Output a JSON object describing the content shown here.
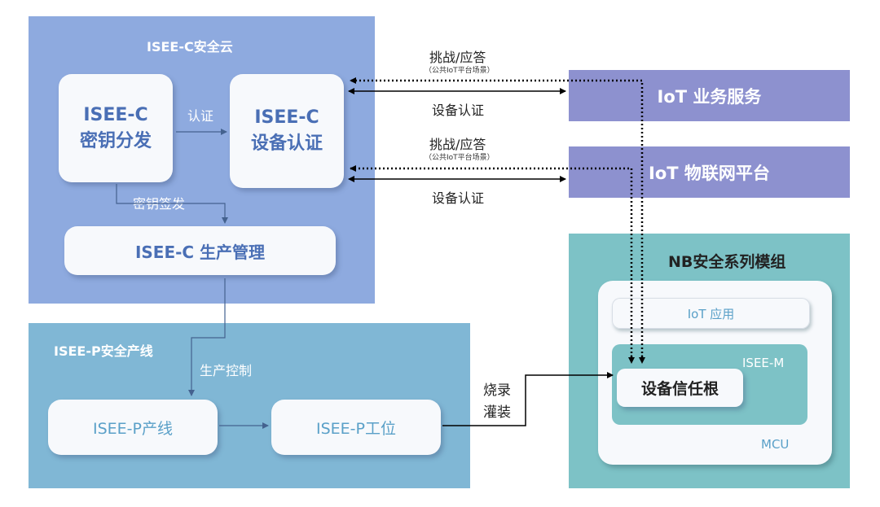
{
  "cloud": {
    "title": "ISEE-C安全云",
    "key_dist": {
      "line1": "ISEE-C",
      "line2": "密钥分发"
    },
    "dev_auth": {
      "line1": "ISEE-C",
      "line2": "设备认证"
    },
    "auth_label": "认证",
    "key_sign_label": "密钥签发",
    "prod_mgmt": "ISEE-C 生产管理"
  },
  "line": {
    "title": "ISEE-P安全产线",
    "control_label": "生产控制",
    "production_line": "ISEE-P产线",
    "workstation": "ISEE-P工位",
    "burn_line1": "烧录",
    "burn_line2": "灌装"
  },
  "services": {
    "iot_business": "IoT 业务服务",
    "iot_platform": "IoT 物联网平台"
  },
  "links": {
    "challenge": "挑战/应答",
    "challenge_note": "（公共IoT平台场景）",
    "device_auth": "设备认证"
  },
  "module": {
    "title": "NB安全系列模组",
    "iot_app": "IoT 应用",
    "isee_m": "ISEE-M",
    "root_of_trust": "设备信任根",
    "mcu": "MCU"
  },
  "colors": {
    "cloud_bg": "#8eaadf",
    "line_bg": "#80b7d5",
    "module_bg": "#7dc2c6",
    "service_bg": "#8d91cf",
    "card_bg": "#f7f9fc",
    "card_text_cloud": "#4a6fb5",
    "card_text_line": "#5aa0c8"
  }
}
